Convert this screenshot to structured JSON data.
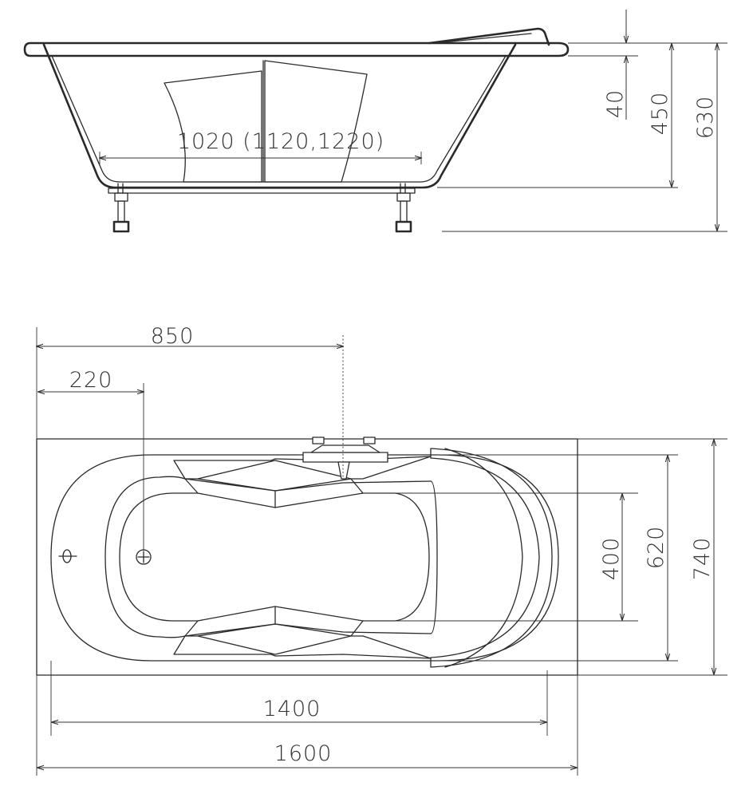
{
  "side_view": {
    "dimensions": {
      "length_inner": "1020 (1120,1220)",
      "rim": "40",
      "tub_height": "450",
      "total_height": "630"
    }
  },
  "top_view": {
    "dimensions": {
      "faucet_offset": "850",
      "drain_offset": "220",
      "inner_width": "400",
      "basin_width": "620",
      "overall_width": "740",
      "basin_length": "1400",
      "overall_length": "1600"
    }
  },
  "colors": {
    "line": "#2a2a2a",
    "background": "#ffffff"
  }
}
